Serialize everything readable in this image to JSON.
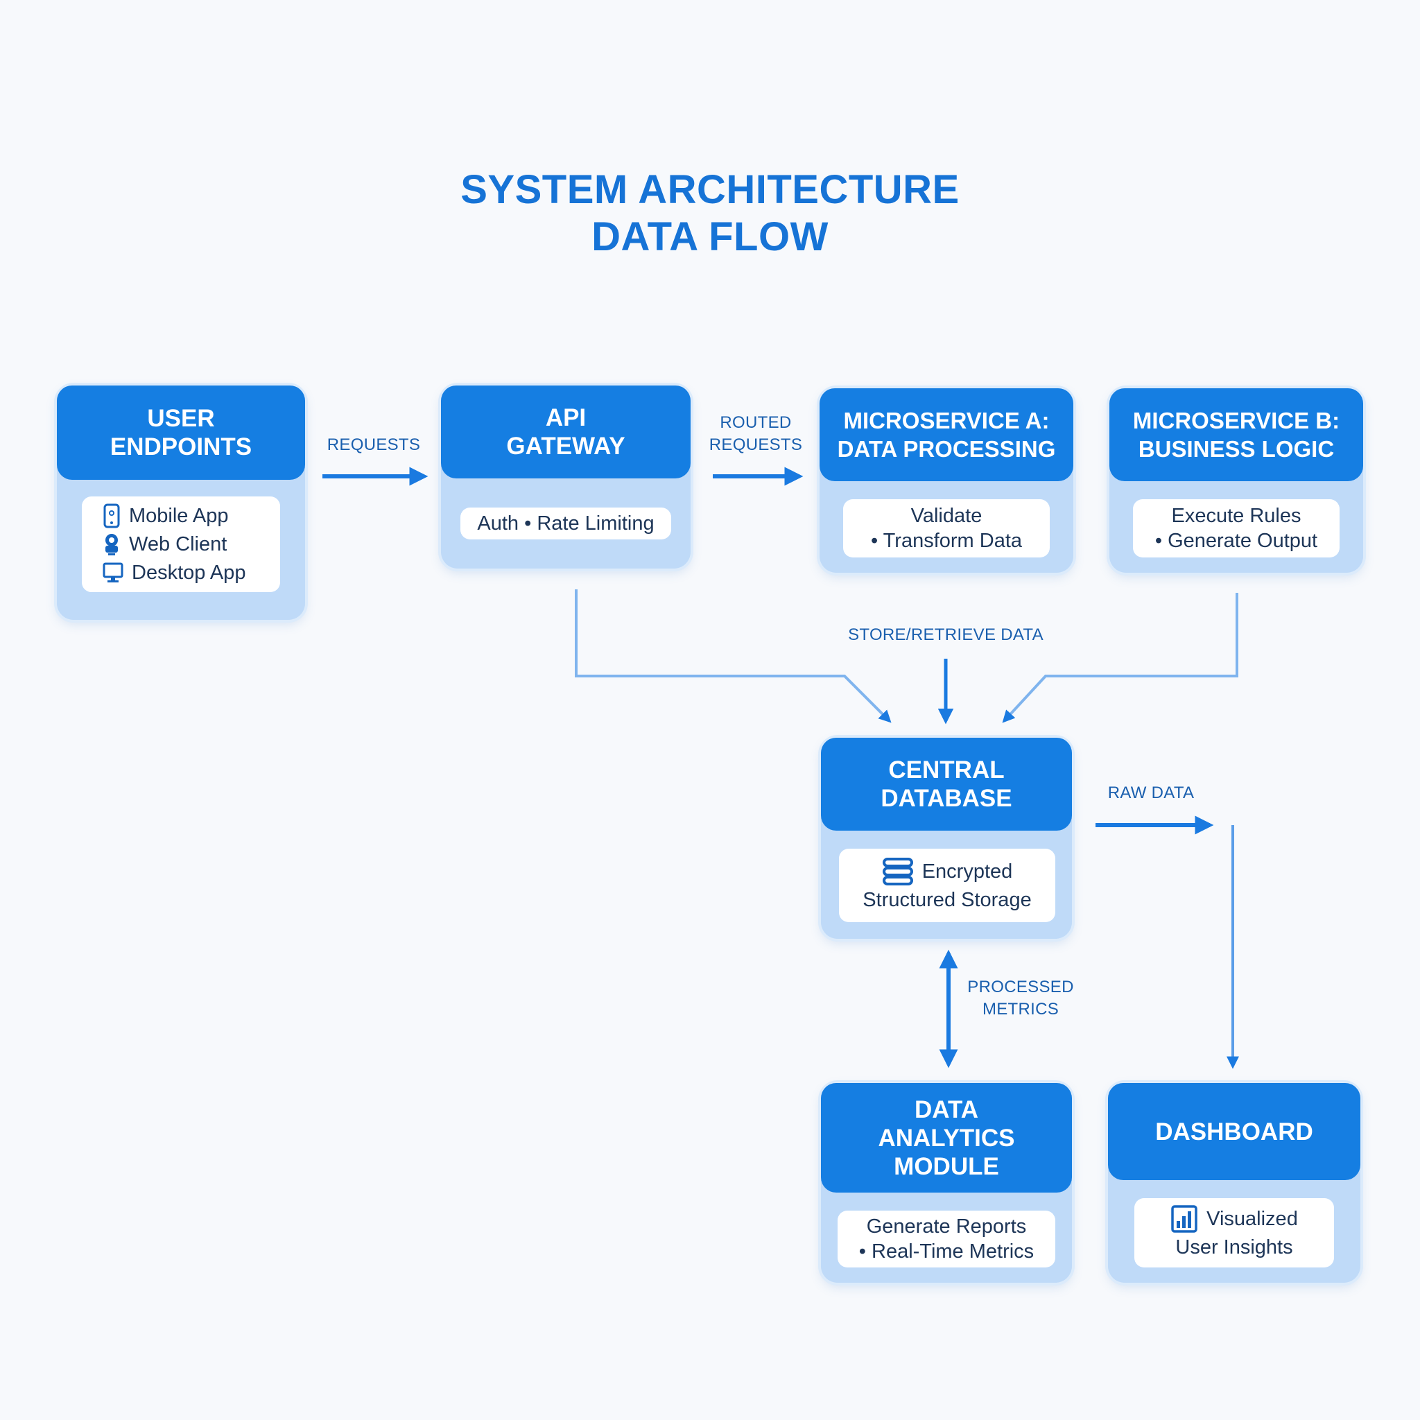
{
  "title": {
    "line1": "SYSTEM ARCHITECTURE",
    "line2": "DATA FLOW"
  },
  "colors": {
    "accent": "#157ee2",
    "panel": "#bfdaf8",
    "text": "#1d3557",
    "title": "#1673d6"
  },
  "nodes": {
    "user_endpoints": {
      "title_line1": "USER",
      "title_line2": "ENDPOINTS",
      "items": [
        {
          "icon": "mobile-icon",
          "label": "Mobile App"
        },
        {
          "icon": "web-client-icon",
          "label": "Web Client"
        },
        {
          "icon": "desktop-icon",
          "label": "Desktop App"
        }
      ]
    },
    "api_gateway": {
      "title_line1": "API",
      "title_line2": "GATEWAY",
      "body": "Auth • Rate Limiting"
    },
    "microservice_a": {
      "title_line1": "MICROSERVICE A:",
      "title_line2": "DATA PROCESSING",
      "body_line1": "Validate",
      "body_line2": "• Transform Data"
    },
    "microservice_b": {
      "title_line1": "MICROSERVICE B:",
      "title_line2": "BUSINESS LOGIC",
      "body_line1": "Execute Rules",
      "body_line2": "• Generate Output"
    },
    "central_database": {
      "title_line1": "CENTRAL",
      "title_line2": "DATABASE",
      "icon": "database-icon",
      "body_line1": "Encrypted",
      "body_line2": "Structured Storage"
    },
    "analytics": {
      "title_line1": "DATA",
      "title_line2": "ANALYTICS",
      "title_line3": "MODULE",
      "body_line1": "Generate Reports",
      "body_line2": "• Real-Time Metrics"
    },
    "dashboard": {
      "title": "DASHBOARD",
      "icon": "chart-icon",
      "body_line1": "Visualized",
      "body_line2": "User Insights"
    }
  },
  "edges": {
    "requests": "REQUESTS",
    "routed_line1": "ROUTED",
    "routed_line2": "REQUESTS",
    "store_retrieve": "STORE/RETRIEVE DATA",
    "raw_data": "RAW DATA",
    "processed_line1": "PROCESSED",
    "processed_line2": "METRICS"
  }
}
